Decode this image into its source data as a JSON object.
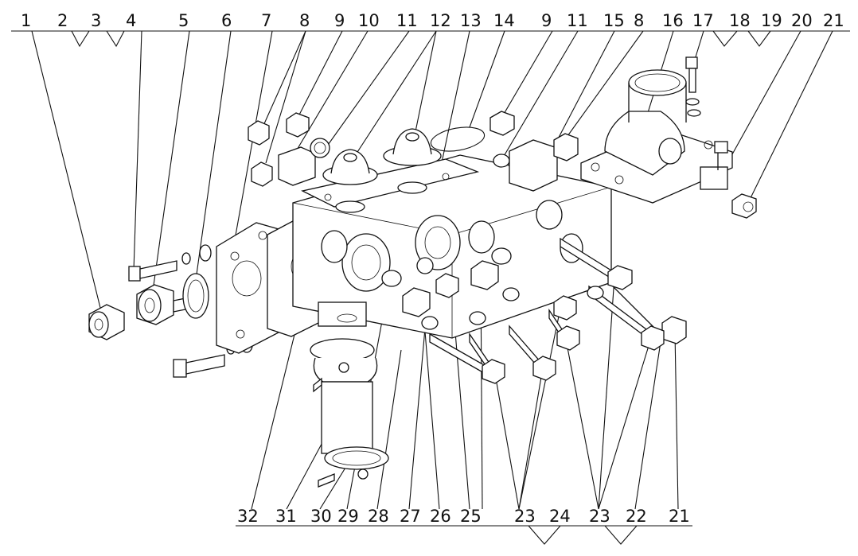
{
  "top_labels": [
    "1",
    "2",
    "3",
    "4",
    "5",
    "6",
    "7",
    "8",
    "9",
    "10",
    "11",
    "12",
    "13",
    "14",
    "9",
    "11",
    "15",
    "8",
    "16",
    "17",
    "18",
    "19",
    "20",
    "21"
  ],
  "bottom_labels": [
    "32",
    "31",
    "30",
    "29",
    "28",
    "27",
    "26",
    "25",
    "23",
    "24",
    "23",
    "22",
    "21"
  ]
}
